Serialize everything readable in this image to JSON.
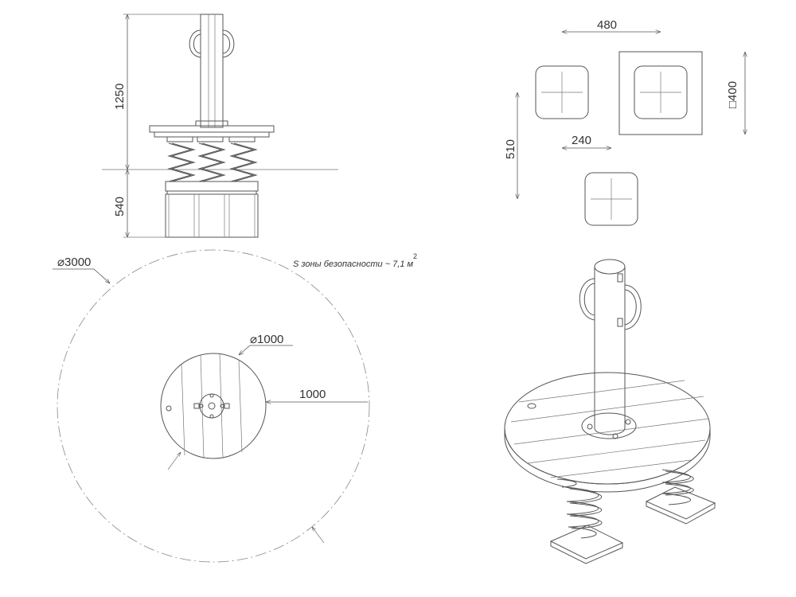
{
  "dimensions": {
    "post_height": "1250",
    "spring_height": "540",
    "plan_width": "480",
    "plan_depth": "510",
    "spacing": "240",
    "base_square": "□400",
    "zone_diameter": "⌀3000",
    "seat_diameter": "⌀1000",
    "radius": "1000"
  },
  "safety_zone_label": "S зоны безопасности ~ 7,1 м",
  "safety_zone_superscript": "2",
  "colors": {
    "line": "#555555",
    "text": "#333333"
  }
}
